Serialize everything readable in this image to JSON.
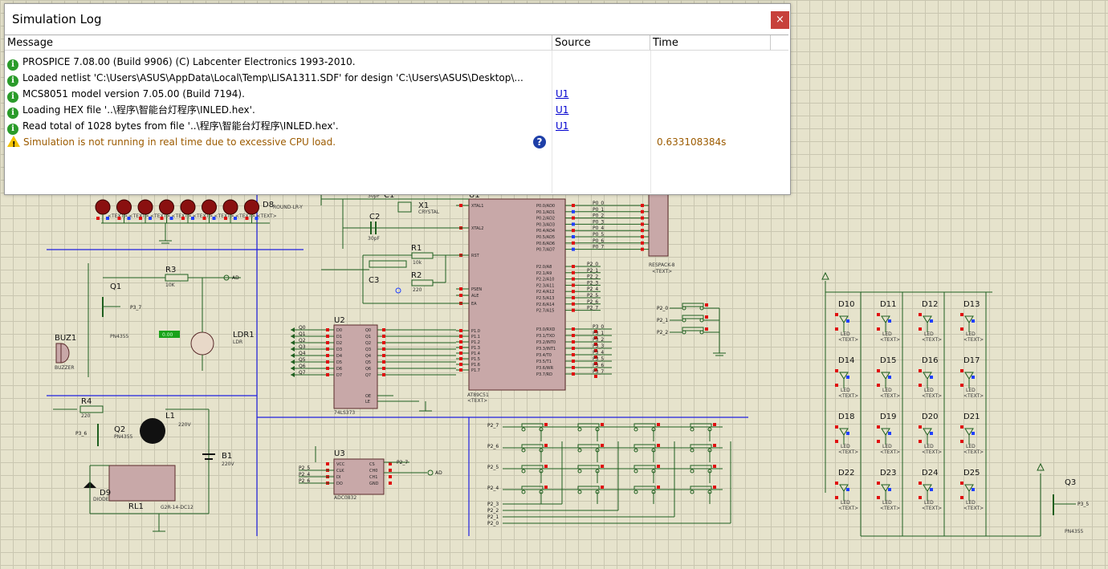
{
  "window": {
    "title": "Simulation Log",
    "close_glyph": "×",
    "columns": [
      "Message",
      "Source",
      "Time"
    ],
    "rows": [
      {
        "icon": "info-icon",
        "message": "PROSPICE 7.08.00 (Build 9906) (C) Labcenter Electronics 1993-2010.",
        "source": "",
        "time": ""
      },
      {
        "icon": "info-icon",
        "message": "Loaded netlist 'C:\\Users\\ASUS\\AppData\\Local\\Temp\\LISA1311.SDF' for design 'C:\\Users\\ASUS\\Desktop\\...",
        "source": "",
        "time": ""
      },
      {
        "icon": "info-icon",
        "message": "MCS8051 model version 7.05.00 (Build 7194).",
        "source": "U1",
        "time": ""
      },
      {
        "icon": "info-icon",
        "message": "Loading HEX file '..\\程序\\智能台灯程序\\INLED.hex'.",
        "source": "U1",
        "time": ""
      },
      {
        "icon": "info-icon",
        "message": "Read total of 1028 bytes from file '..\\程序\\智能台灯程序\\INLED.hex'.",
        "source": "U1",
        "time": ""
      },
      {
        "icon": "warning-icon",
        "message": "Simulation is not running in real time due to excessive CPU load.",
        "source": "",
        "time": "0.633108384s",
        "help_glyph": "?"
      }
    ],
    "colors": {
      "info": "#2a9b2a",
      "warning": "#f2c200",
      "warning_text": "#9c5b00",
      "link": "#0000d0",
      "close_bg": "#c7413b"
    }
  },
  "schematic": {
    "colors": {
      "background": "#e6e3cc",
      "wire": "#1f5f1f",
      "bus": "#2020e0",
      "chip": "#c8a8a8",
      "pin_red": "#e01010",
      "pin_blue": "#2040ff"
    },
    "leds_top": {
      "label_last": "D8",
      "value": "ROUND-LR-Y"
    },
    "mcu": {
      "ref": "U1",
      "value": "AT89C51",
      "sub": "<TEXT>",
      "left_pins": [
        "XTAL1",
        "XTAL2",
        "RST",
        "PSEN",
        "ALE",
        "EA",
        "P1.0",
        "P1.1",
        "P1.2",
        "P1.3",
        "P1.4",
        "P1.5",
        "P1.6",
        "P1.7"
      ],
      "right_pins": [
        "P0.0/AD0",
        "P0.1/AD1",
        "P0.2/AD2",
        "P0.3/AD3",
        "P0.4/AD4",
        "P0.5/AD5",
        "P0.6/AD6",
        "P0.7/AD7",
        "P2.0/A8",
        "P2.1/A9",
        "P2.2/A10",
        "P2.3/A11",
        "P2.4/A12",
        "P2.5/A13",
        "P2.6/A14",
        "P2.7/A15",
        "P3.0/RXD",
        "P3.1/TXD",
        "P3.2/INT0",
        "P3.3/INT1",
        "P3.4/T0",
        "P3.5/T1",
        "P3.6/WR",
        "P3.7/RD"
      ]
    },
    "p0_nets": [
      "P0_0",
      "P0_1",
      "P0_2",
      "P0_3",
      "P0_4",
      "P0_5",
      "P0_6",
      "P0_7"
    ],
    "p2_nets": [
      "P2_0",
      "P2_1",
      "P2_2",
      "P2_3",
      "P2_4",
      "P2_5",
      "P2_6",
      "P2_7"
    ],
    "p3_nets": [
      "P3_0",
      "P3_1",
      "P3_2",
      "P3_3",
      "P3_4",
      "P3_5",
      "P3_6",
      "P3_7"
    ],
    "respack": "RESPACK-8",
    "crystal": {
      "ref": "X1",
      "value": "CRYSTAL"
    },
    "caps": [
      {
        "ref": "C1",
        "value": "30pF"
      },
      {
        "ref": "C2",
        "value": "30pF"
      },
      {
        "ref": "C3",
        "value": ""
      }
    ],
    "resistors": [
      {
        "ref": "R1",
        "value": "10k"
      },
      {
        "ref": "R2",
        "value": "220"
      },
      {
        "ref": "R3",
        "value": "10K"
      },
      {
        "ref": "R4",
        "value": "220"
      }
    ],
    "u2": {
      "ref": "U2",
      "value": "74LS373",
      "left": [
        "D0",
        "D1",
        "D2",
        "D3",
        "D4",
        "D5",
        "D6",
        "D7"
      ],
      "right": [
        "Q0",
        "Q1",
        "Q2",
        "Q3",
        "Q4",
        "Q5",
        "Q6",
        "Q7"
      ],
      "ctrl": [
        "OE",
        "LE"
      ]
    },
    "u2_nets": [
      "Q0",
      "Q1",
      "Q2",
      "Q3",
      "Q4",
      "Q5",
      "Q6",
      "Q7"
    ],
    "u3": {
      "ref": "U3",
      "value": "ADC0832",
      "left": [
        "VCC",
        "CLK",
        "DI",
        "DO"
      ],
      "right": [
        "CS",
        "CH0",
        "CH1",
        "GND"
      ],
      "nets": [
        "P2_5",
        "P2_4",
        "P2_6"
      ],
      "out_net": "P2_7",
      "ad": "AD"
    },
    "q1": {
      "ref": "Q1",
      "value": "PN4355",
      "net": "P3_7"
    },
    "q2": {
      "ref": "Q2",
      "value": "PN4355",
      "net": "P3_6"
    },
    "q3": {
      "ref": "Q3",
      "value": "PN4355",
      "net": "P3_5"
    },
    "buzzer": {
      "ref": "BUZ1",
      "value": "BUZZER"
    },
    "ldr": {
      "ref": "LDR1",
      "value": "LDR",
      "meter": "0.00"
    },
    "lamp": {
      "ref": "L1",
      "value": "220V"
    },
    "battery": {
      "ref": "B1",
      "value": "220V"
    },
    "relay": {
      "ref": "RL1",
      "value": "G2R-14-DC12"
    },
    "diode": {
      "ref": "D9",
      "value": "DIODE"
    },
    "r3_ad": "AD",
    "sw_nets": [
      "P2_0",
      "P2_1",
      "P2_2"
    ],
    "keypad_nets": [
      "P2_7",
      "P2_6",
      "P2_5",
      "P2_4",
      "P2_3",
      "P2_2",
      "P2_1",
      "P2_0"
    ],
    "led_matrix": {
      "labels": [
        "D10",
        "D11",
        "D12",
        "D13",
        "D14",
        "D15",
        "D16",
        "D17",
        "D18",
        "D19",
        "D20",
        "D21",
        "D22",
        "D23",
        "D24",
        "D25"
      ],
      "type": "LED",
      "text": "<TEXT>"
    },
    "text_tag": "<TEXT>"
  }
}
